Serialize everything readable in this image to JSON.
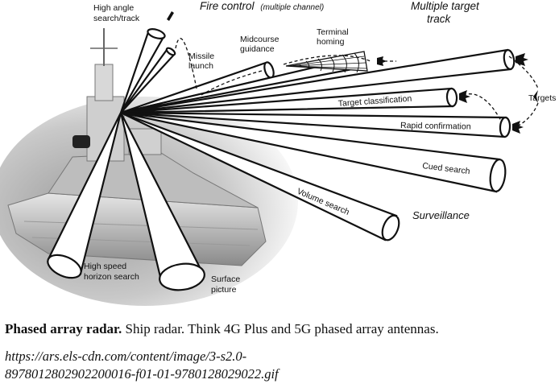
{
  "diagram": {
    "titles": {
      "fire_control": "Fire control",
      "fire_control_sub": "(multiple channel)",
      "multiple_target_line1": "Multiple target",
      "multiple_target_line2": "track",
      "surveillance": "Surveillance"
    },
    "labels": {
      "high_angle_line1": "High angle",
      "high_angle_line2": "search/track",
      "missile_line1": "Missile",
      "missile_line2": "launch",
      "midcourse_line1": "Midcourse",
      "midcourse_line2": "guidance",
      "terminal_line1": "Terminal",
      "terminal_line2": "homing",
      "targets": "Targets",
      "target_classification": "Target classification",
      "rapid_confirmation": "Rapid confirmation",
      "cued_search": "Cued search",
      "volume_search": "Volume search",
      "high_speed_line1": "High speed",
      "high_speed_line2": "horizon search",
      "surface_line1": "Surface",
      "surface_line2": "picture"
    }
  },
  "caption": {
    "bold": "Phased array radar.",
    "text": " Ship radar. Think 4G Plus and 5G phased array antennas."
  },
  "source": {
    "line1": "https://ars.els-cdn.com/content/image/3-s2.0-",
    "line2": "8978012802902200016-f01-01-9780128029022.gif"
  }
}
